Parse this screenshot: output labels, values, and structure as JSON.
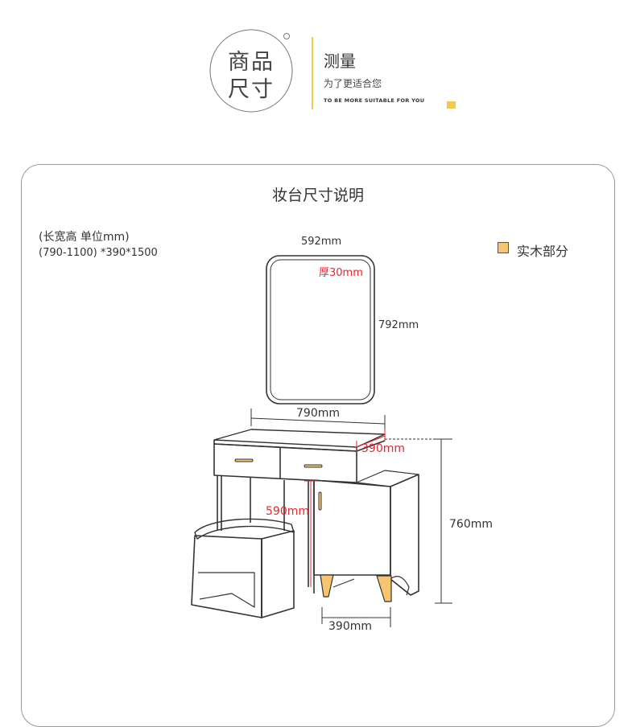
{
  "header": {
    "circle_line1": "商品",
    "circle_line2": "尺寸",
    "title": "测量",
    "subtitle": "为了更适合您",
    "english": "TO BE MORE SUITABLE FOR YOU",
    "accent_color": "#f2c94c"
  },
  "panel": {
    "title": "妆台尺寸说明",
    "note_line1": "(长宽高 单位mm)",
    "note_line2": "(790-1100) *390*1500",
    "legend_label": "实木部分",
    "legend_color": "#f6c56f"
  },
  "dimensions": {
    "mirror_width": "592mm",
    "mirror_thickness": "厚30mm",
    "mirror_height": "792mm",
    "table_width": "790mm",
    "table_depth": "390mm",
    "cabinet_height": "590mm",
    "total_height": "760mm",
    "bottom_depth": "390mm",
    "highlight_color": "#e8262d"
  }
}
